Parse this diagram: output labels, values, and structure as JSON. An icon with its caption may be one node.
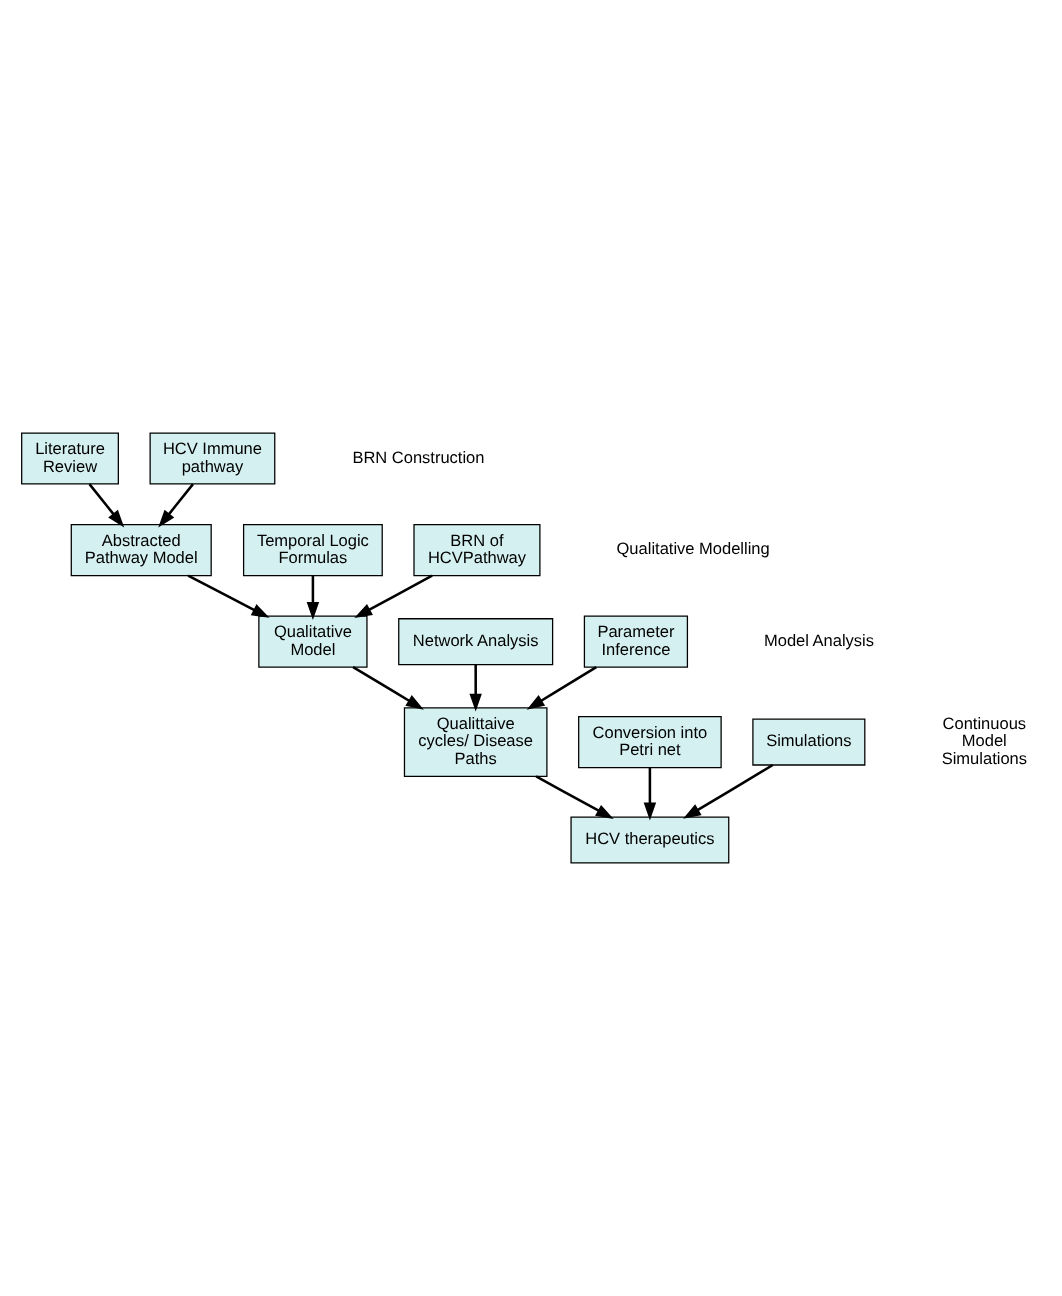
{
  "diagram": {
    "nodes": [
      {
        "text": [
          "Literature Review"
        ]
      },
      {
        "text": [
          "HCV Immune pathway"
        ]
      },
      {
        "text": [
          "Abstracted Pathway Model"
        ]
      },
      {
        "text": [
          "Temporal Logic Formulas"
        ]
      },
      {
        "text": [
          "BRN of HCVPathway"
        ]
      },
      {
        "text": [
          "Qualitative  Model"
        ]
      },
      {
        "text": [
          "Network Analysis"
        ]
      },
      {
        "text": [
          "Parameter Inference"
        ]
      },
      {
        "text": [
          "Qualittaive cycles/ Disease Paths"
        ]
      },
      {
        "text": [
          "Conversion into Petri net"
        ]
      },
      {
        "text": [
          "Simulations"
        ]
      },
      {
        "text": [
          "HCV therapeutics"
        ]
      }
    ],
    "edges": [
      {
        "from": 0,
        "to": 2,
        "arrow": "to"
      },
      {
        "from": 1,
        "to": 2,
        "arrow": "to"
      },
      {
        "from": 2,
        "to": 5,
        "arrow": "to"
      },
      {
        "from": 3,
        "to": 5,
        "arrow": "to"
      },
      {
        "from": 4,
        "to": 5,
        "arrow": "to"
      },
      {
        "from": 5,
        "to": 8,
        "arrow": "to"
      },
      {
        "from": 6,
        "to": 8,
        "arrow": "to"
      },
      {
        "from": 7,
        "to": 8,
        "arrow": "to"
      },
      {
        "from": 8,
        "to": 11,
        "arrow": "to"
      },
      {
        "from": 9,
        "to": 11,
        "arrow": "to"
      },
      {
        "from": 10,
        "to": 11,
        "arrow": "to"
      }
    ],
    "labels": [
      "BRN Construction",
      "Qualitative Modelling",
      "Model Analysis",
      "Continuous Model Simulations"
    ]
  }
}
